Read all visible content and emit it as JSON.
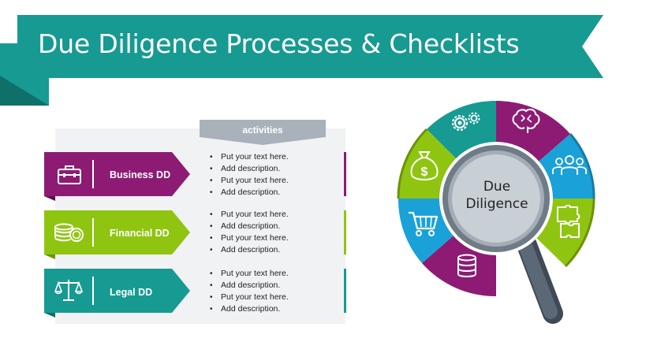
{
  "title": "Due Diligence Processes & Checklists",
  "colors": {
    "teal": "#169a92",
    "teal_dark": "#0f6f69",
    "purple": "#8d1b74",
    "purple_dark": "#5f1150",
    "green": "#8fc511",
    "green_dark": "#6a9309",
    "blue": "#1aa1d8",
    "gray_tab": "#a9b2bb"
  },
  "activities_label": "activities",
  "rows": [
    {
      "label": "Business DD",
      "icon": "briefcase-icon",
      "bullets": [
        "Put your text here.",
        "Add description.",
        "Put your text here.",
        "Add description."
      ]
    },
    {
      "label": "Financial DD",
      "icon": "coins-icon",
      "bullets": [
        "Put your text here.",
        "Add description.",
        "Put your text here.",
        "Add description."
      ]
    },
    {
      "label": "Legal DD",
      "icon": "scales-icon",
      "bullets": [
        "Put your text here.",
        "Add description.",
        "Put your text here.",
        "Add description."
      ]
    }
  ],
  "wheel": {
    "center_line1": "Due",
    "center_line2": "Diligence",
    "segments": [
      {
        "icon": "gears-icon"
      },
      {
        "icon": "brain-icon"
      },
      {
        "icon": "people-icon"
      },
      {
        "icon": "puzzle-icon"
      },
      {
        "icon": "database-icon"
      },
      {
        "icon": "cart-icon"
      },
      {
        "icon": "money-bag-icon"
      }
    ]
  }
}
